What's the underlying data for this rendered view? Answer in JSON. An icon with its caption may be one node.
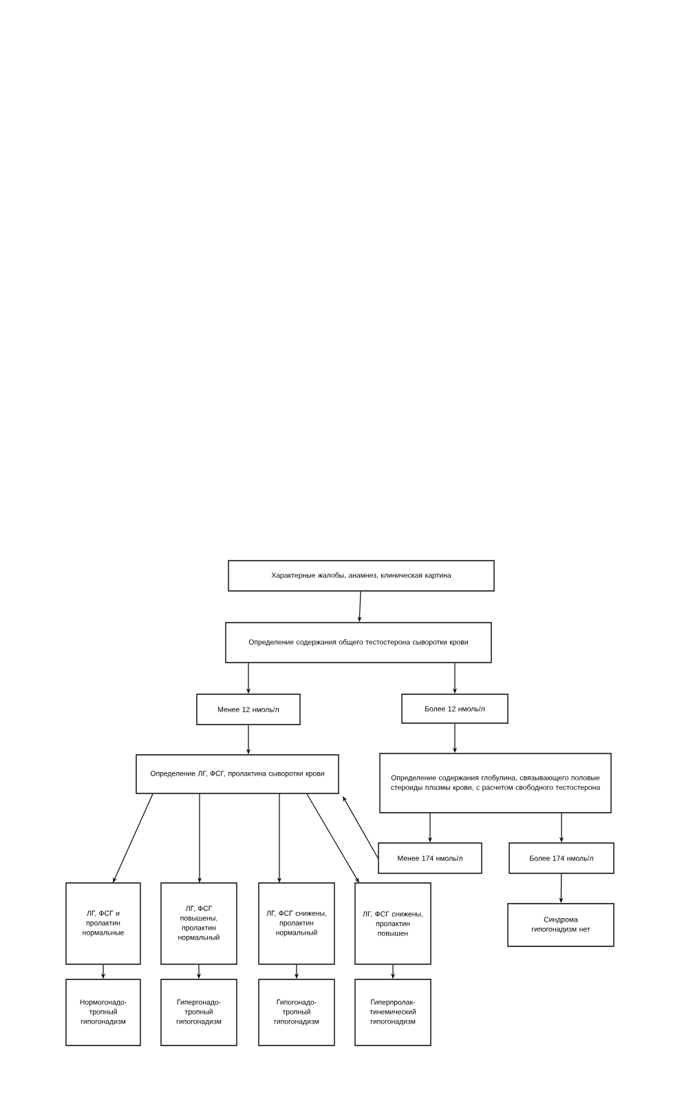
{
  "diagram": {
    "nodes": [
      {
        "text": [
          "Характерные жалобы, анамнез, клиническая картина"
        ]
      },
      {
        "text": [
          "Определение содержания общего тестостерона сыворотки крови"
        ]
      },
      {
        "text": [
          "Менее 12 нмоль/л"
        ]
      },
      {
        "text": [
          "Более 12 нмоль/л"
        ]
      },
      {
        "text": [
          "Определение ЛГ, ФСГ, пролактина сыворотки крови"
        ]
      },
      {
        "text": [
          "Определение содержания глобулина, связывающего половые стероиды плазмы крови, с расчетом свободного тестостерона"
        ]
      },
      {
        "text": [
          "Менее 174 нмоль/л"
        ]
      },
      {
        "text": [
          "Более 174 нмоль/л"
        ]
      },
      {
        "text": [
          "ЛГ, ФСГ и пролактин нормальные"
        ]
      },
      {
        "text": [
          "ЛГ, ФСГ повышены, пролактин нормальный"
        ]
      },
      {
        "text": [
          "ЛГ, ФСГ снижены, пролактин нормальный"
        ]
      },
      {
        "text": [
          "ЛГ, ФСГ снижены, пролактин повышен"
        ]
      },
      {
        "text": [
          "Синдрома гипогонадизм нет"
        ]
      },
      {
        "text": [
          "Нормогонадо- тропный гипогонадизм"
        ]
      },
      {
        "text": [
          "Гипергонадо- тропный гипогонадизм"
        ]
      },
      {
        "text": [
          "Гипогонадо- тропный гипогонадизм"
        ]
      },
      {
        "text": [
          "Гиперпролак- тинемический гипогонадизм"
        ]
      }
    ],
    "edges": [
      {
        "from": 0,
        "to": 1,
        "arrow": "to"
      },
      {
        "from": 1,
        "to": 2,
        "arrow": "to"
      },
      {
        "from": 1,
        "to": 3,
        "arrow": "to"
      },
      {
        "from": 2,
        "to": 4,
        "arrow": "to"
      },
      {
        "from": 3,
        "to": 5,
        "arrow": "to"
      },
      {
        "from": 5,
        "to": 6,
        "arrow": "to"
      },
      {
        "from": 5,
        "to": 7,
        "arrow": "to"
      },
      {
        "from": 6,
        "to": 4,
        "arrow": "to"
      },
      {
        "from": 4,
        "to": 8,
        "arrow": "to"
      },
      {
        "from": 4,
        "to": 9,
        "arrow": "to"
      },
      {
        "from": 4,
        "to": 10,
        "arrow": "to"
      },
      {
        "from": 4,
        "to": 11,
        "arrow": "to"
      },
      {
        "from": 7,
        "to": 12,
        "arrow": "to"
      },
      {
        "from": 8,
        "to": 13,
        "arrow": "to"
      },
      {
        "from": 9,
        "to": 14,
        "arrow": "to"
      },
      {
        "from": 10,
        "to": 15,
        "arrow": "to"
      },
      {
        "from": 11,
        "to": 16,
        "arrow": "to"
      }
    ]
  }
}
